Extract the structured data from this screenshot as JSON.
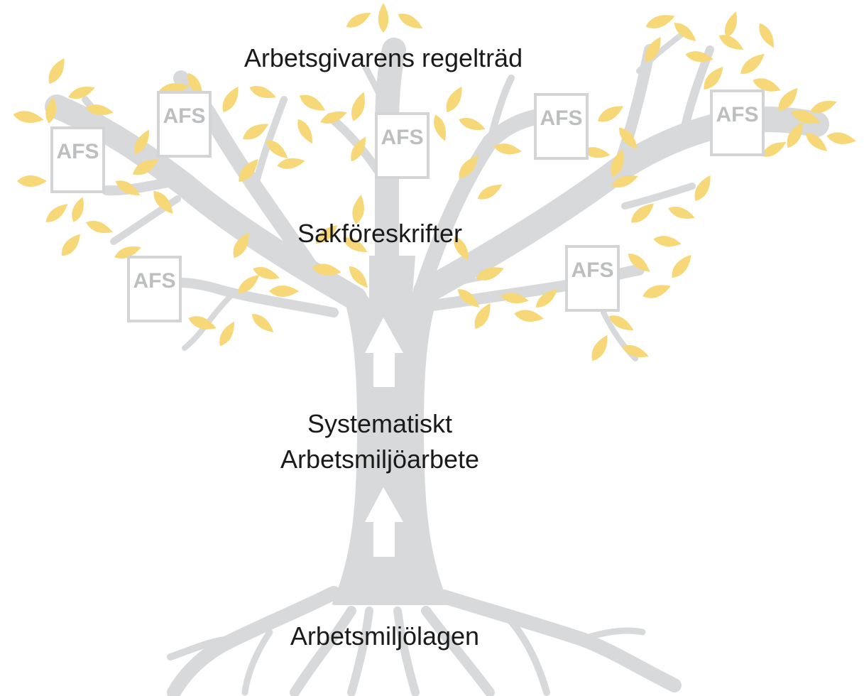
{
  "diagram": {
    "title": "Arbetsgivarens regelträd",
    "labels": {
      "branches": "Sakföreskrifter",
      "trunk_line1": "Systematiskt",
      "trunk_line2": "Arbetsmiljöarbete",
      "roots": "Arbetsmiljölagen"
    },
    "document_label": "AFS",
    "document_count": 7,
    "colors": {
      "tree": "#d8d9da",
      "leaf": "#f6d878",
      "text": "#1a1a1a",
      "document_border": "#d3d4d5",
      "document_text": "#bdbebf",
      "arrow": "#ffffff"
    }
  }
}
